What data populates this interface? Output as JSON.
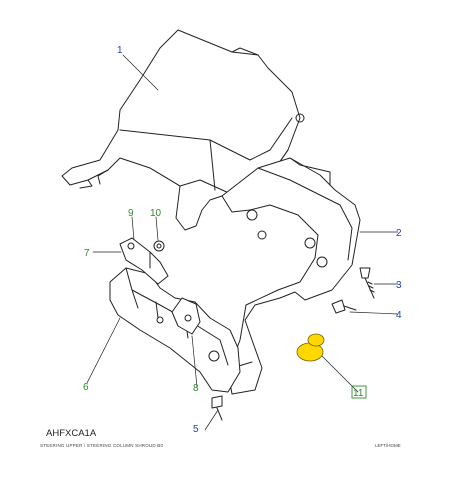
{
  "callouts": [
    {
      "num": "1",
      "color": "#1f3fbf"
    },
    {
      "num": "2",
      "color": "#1f3fbf"
    },
    {
      "num": "3",
      "color": "#1f3fbf"
    },
    {
      "num": "4",
      "color": "#1f3fbf"
    },
    {
      "num": "5",
      "color": "#1f3fbf"
    },
    {
      "num": "6",
      "color": "#2e8b2e"
    },
    {
      "num": "7",
      "color": "#2e8b2e"
    },
    {
      "num": "8",
      "color": "#2e8b2e"
    },
    {
      "num": "9",
      "color": "#2e8b2e"
    },
    {
      "num": "10",
      "color": "#2e8b2e"
    },
    {
      "num": "11",
      "color": "#2e8b2e"
    }
  ],
  "highlight_color": "#ffd800",
  "footer": {
    "code": "AHFXCA1A",
    "caption": "STEERING UPPER / STEERING COLUMN SHROUD B0",
    "side": "LEFT/HOME"
  }
}
